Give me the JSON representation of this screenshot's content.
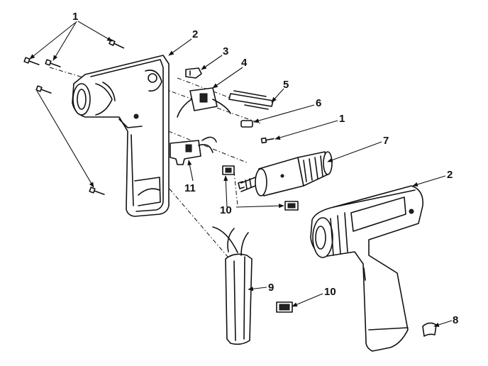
{
  "callouts": {
    "c1a": "1",
    "c2a": "2",
    "c3": "3",
    "c4": "4",
    "c5": "5",
    "c6": "6",
    "c1b": "1",
    "c7": "7",
    "c2b": "2",
    "c11": "11",
    "c10a": "10",
    "c9": "9",
    "c10b": "10",
    "c8": "8"
  }
}
